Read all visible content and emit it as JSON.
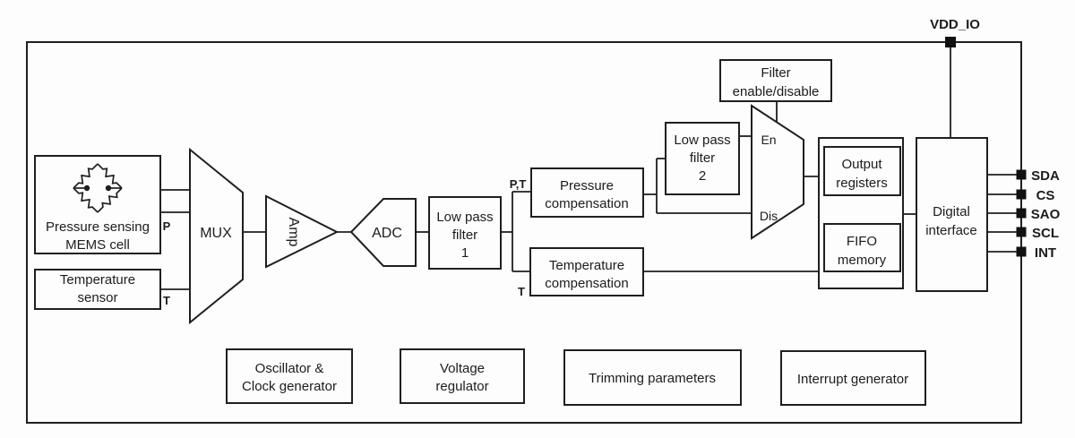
{
  "d": {
    "power_pin_label": "VDD_IO",
    "blocks": {
      "mems": {
        "l1": "Pressure sensing",
        "l2": "MEMS cell"
      },
      "tsensor": {
        "l1": "Temperature",
        "l2": "sensor"
      },
      "mux": {
        "l1": "MUX"
      },
      "amp": {
        "l1": "Amp"
      },
      "adc": {
        "l1": "ADC"
      },
      "lpf1": {
        "l1": "Low pass",
        "l2": "filter",
        "l3": "1"
      },
      "pcomp": {
        "l1": "Pressure",
        "l2": "compensation"
      },
      "tcomp": {
        "l1": "Temperature",
        "l2": "compensation"
      },
      "lpf2": {
        "l1": "Low pass",
        "l2": "filter",
        "l3": "2"
      },
      "fed": {
        "l1": "Filter",
        "l2": "enable/disable"
      },
      "outreg": {
        "l1": "Output",
        "l2": "registers"
      },
      "fifo": {
        "l1": "FIFO",
        "l2": "memory"
      },
      "digital": {
        "l1": "Digital",
        "l2": "interface"
      },
      "osc": {
        "l1": "Oscillator &",
        "l2": "Clock generator"
      },
      "vreg": {
        "l1": "Voltage",
        "l2": "regulator"
      },
      "trim": {
        "l1": "Trimming parameters"
      },
      "intgen": {
        "l1": "Interrupt generator"
      }
    },
    "signal_labels": {
      "p": "P",
      "t": "T",
      "pt": "P,T",
      "t2": "T",
      "en": "En",
      "dis": "Dis"
    },
    "pins": [
      "SDA",
      "CS",
      "SAO",
      "SCL",
      "INT"
    ],
    "colors": {
      "stroke": "#1f1f1f",
      "background": "#fdfdfd"
    }
  }
}
